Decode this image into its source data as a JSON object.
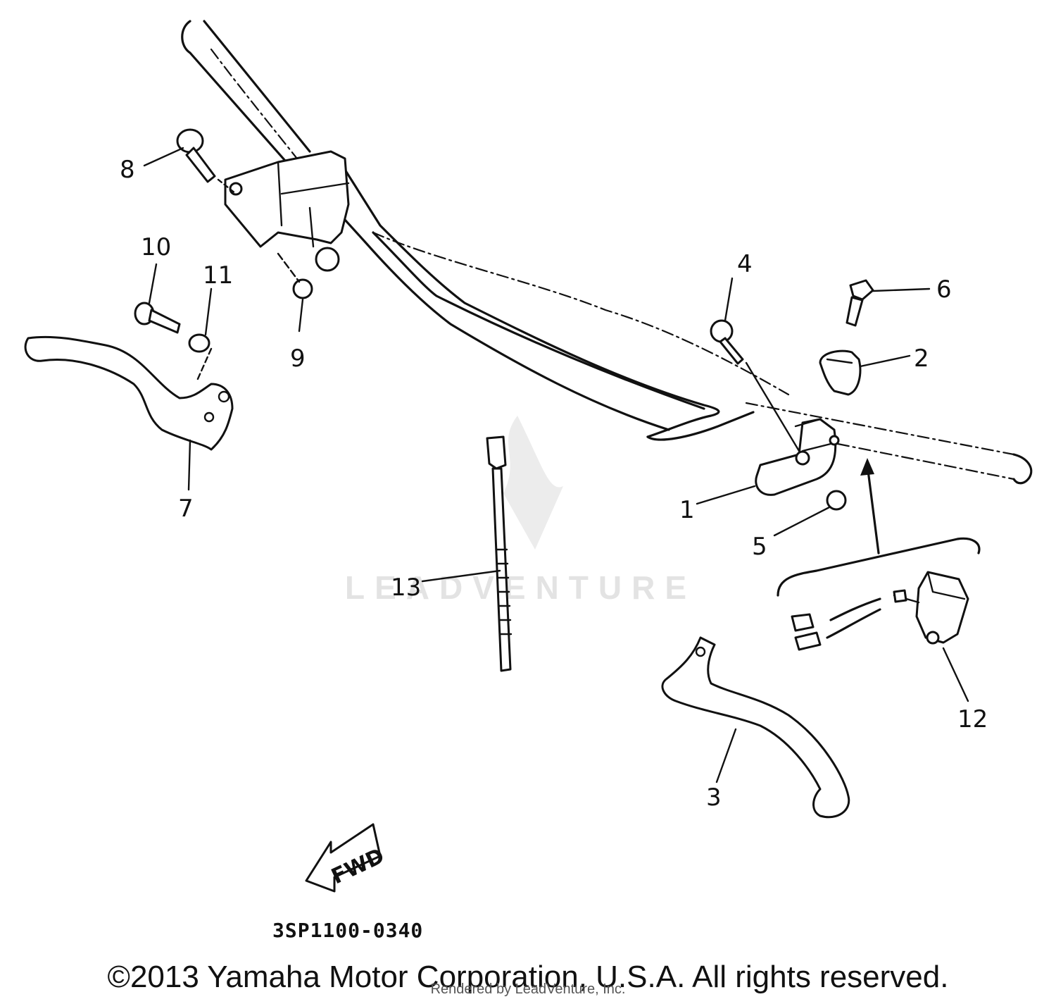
{
  "diagram": {
    "part_number": "3SP1100-0340",
    "direction_label": "FWD",
    "watermark": "LEADVENTURE",
    "callouts": [
      "1",
      "2",
      "3",
      "4",
      "5",
      "6",
      "7",
      "8",
      "9",
      "10",
      "11",
      "12",
      "13"
    ]
  },
  "footer": {
    "copyright": "©2013 Yamaha Motor Corporation, U.S.A. All rights reserved.",
    "rendered_by": "Rendered by LeadVenture, Inc."
  }
}
